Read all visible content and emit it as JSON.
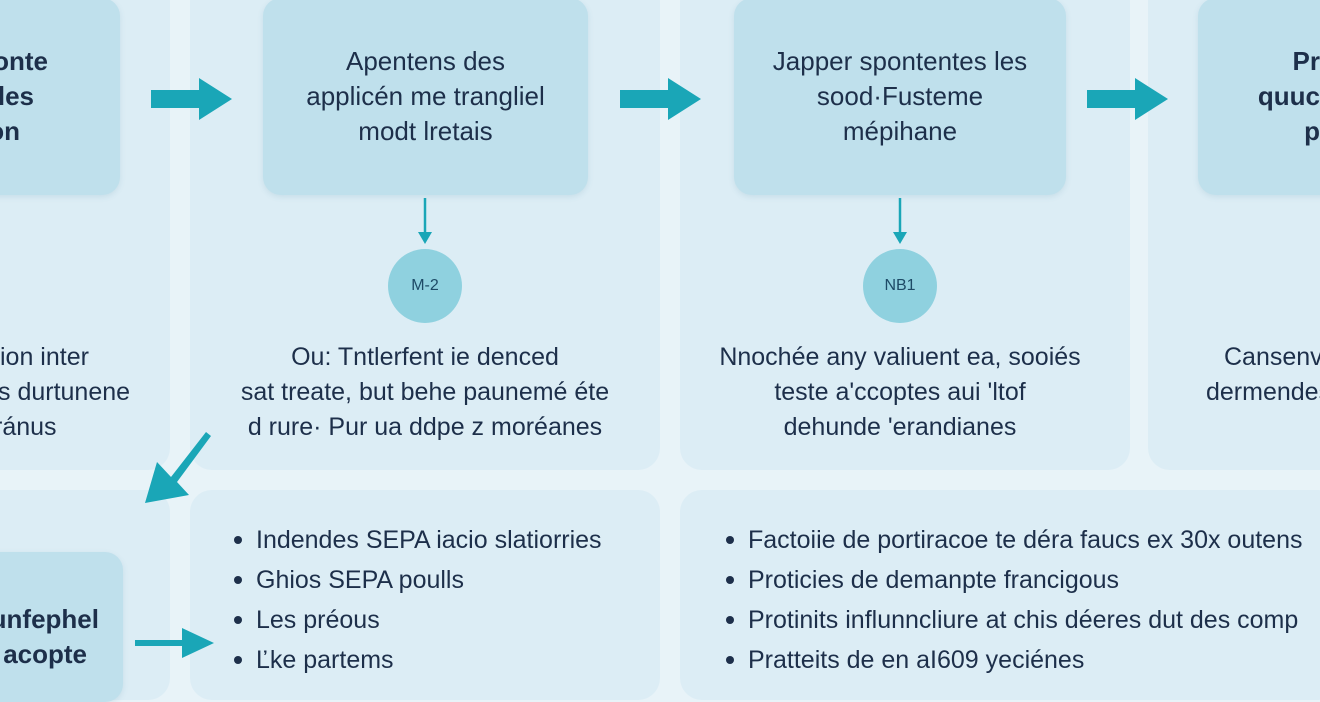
{
  "colors": {
    "background": "#e8f3f8",
    "panel": "#dcedf5",
    "box": "#bfe0ec",
    "badge": "#8fd1df",
    "arrow": "#1aa6b7",
    "text": "#1d2f4a"
  },
  "steps": [
    {
      "lines": [
        "onte",
        "les",
        "on"
      ]
    },
    {
      "lines": [
        "Apentens des",
        "applicén me trangliel",
        "modt lretais"
      ]
    },
    {
      "lines": [
        "Japper spontentes les",
        "sood·Fusteme",
        "mépihane"
      ]
    },
    {
      "lines": [
        "Pr",
        "quuc",
        "p"
      ]
    }
  ],
  "badges": [
    "M-2",
    "NB1"
  ],
  "descriptions": [
    {
      "lines": [
        "ion inter",
        "s durtunene",
        "ránus"
      ]
    },
    {
      "lines": [
        "Ou: Tntlerfent ie denced",
        "sat treate, but behe paunemé éte",
        "d rure· Pur ua ddpe z moréanes"
      ]
    },
    {
      "lines": [
        "Nnochée any valiuent ea, sooiés",
        "teste a'ccoptes aui 'ltof",
        "dehunde 'erandianes"
      ]
    },
    {
      "lines": [
        "Cansenv",
        "dermendes"
      ]
    }
  ],
  "bottom_box": {
    "lines": [
      "unfephel",
      "acopte"
    ]
  },
  "list_left": [
    "Indendes SEPA iacio slatiorries",
    "Ghios SEPA poulls",
    "Les préous",
    "Ľke partems"
  ],
  "list_right": [
    "Factoiie de portiracoe te déra faucs ex 30x outens",
    "Proticies de demanpte francigous",
    "Protinits influnncliure at chis déeres dut des comp",
    "Pratteits de en aI609 yeciénes"
  ],
  "icons": {
    "arrow_right": "arrow-right-icon",
    "arrow_down": "arrow-down-icon",
    "arrow_diagonal": "arrow-down-left-icon"
  }
}
